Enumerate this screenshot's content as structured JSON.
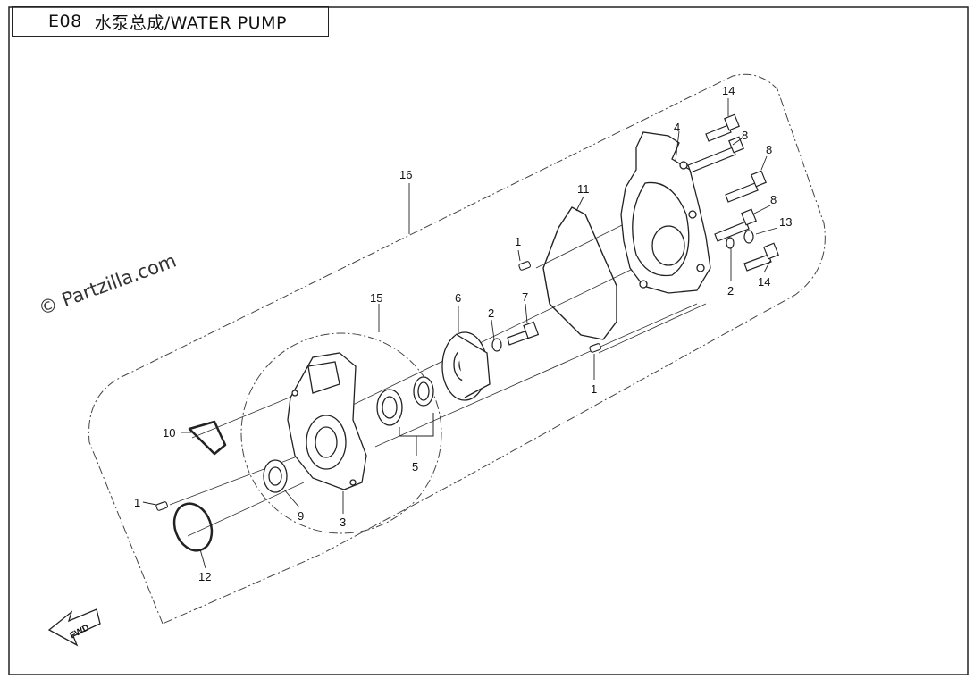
{
  "title": {
    "code": "E08",
    "name": "水泵总成/WATER PUMP"
  },
  "watermark": "© Partzilla.com",
  "fwd_label": "FWD",
  "callouts": [
    {
      "id": "c16",
      "label": "16"
    },
    {
      "id": "c15",
      "label": "15"
    },
    {
      "id": "c14a",
      "label": "14"
    },
    {
      "id": "c4",
      "label": "4"
    },
    {
      "id": "c8a",
      "label": "8"
    },
    {
      "id": "c8b",
      "label": "8"
    },
    {
      "id": "c8c",
      "label": "8"
    },
    {
      "id": "c13",
      "label": "13"
    },
    {
      "id": "c14b",
      "label": "14"
    },
    {
      "id": "c2a",
      "label": "2"
    },
    {
      "id": "c11",
      "label": "11"
    },
    {
      "id": "c1a",
      "label": "1"
    },
    {
      "id": "c7",
      "label": "7"
    },
    {
      "id": "c6",
      "label": "6"
    },
    {
      "id": "c2b",
      "label": "2"
    },
    {
      "id": "c1b",
      "label": "1"
    },
    {
      "id": "c10",
      "label": "10"
    },
    {
      "id": "c5",
      "label": "5"
    },
    {
      "id": "c1c",
      "label": "1"
    },
    {
      "id": "c9",
      "label": "9"
    },
    {
      "id": "c3",
      "label": "3"
    },
    {
      "id": "c12",
      "label": "12"
    }
  ]
}
